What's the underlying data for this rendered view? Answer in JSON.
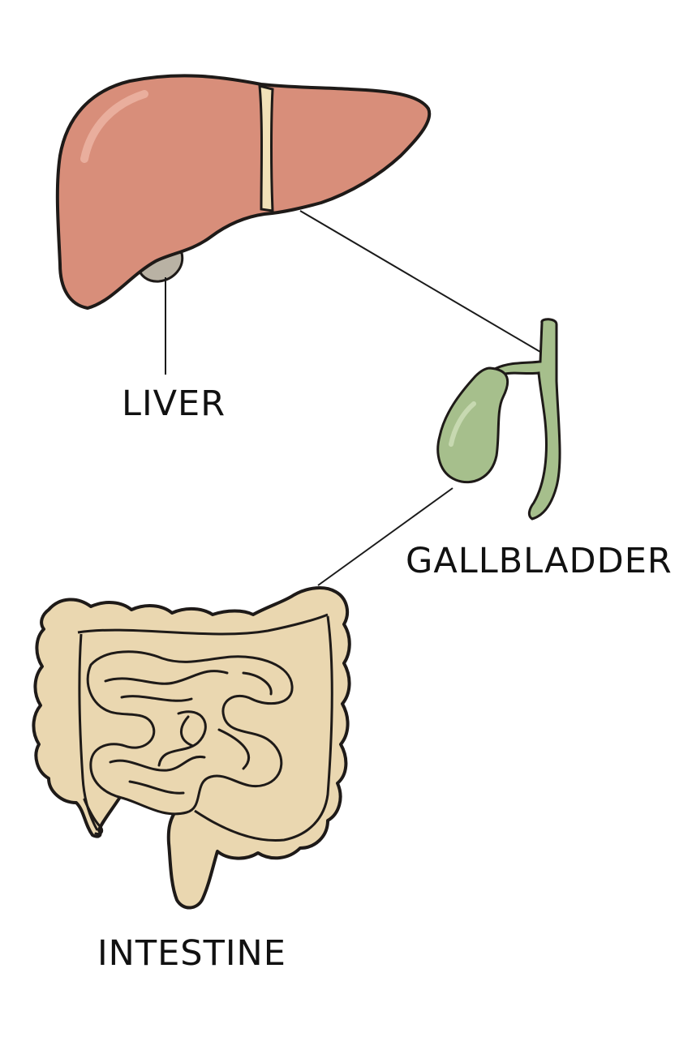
{
  "labels": {
    "liver": "LIVER",
    "gallbladder": "GALLBLADDER",
    "intestine": "INTESTINE"
  },
  "colors": {
    "liver": "#D88E7A",
    "liver_outline": "#1E1A18",
    "gallbladder": "#A6BF8C",
    "intestine": "#EAD7B0",
    "ligament": "#F1E1B8",
    "inferior_shadow": "#B9B2A4"
  }
}
